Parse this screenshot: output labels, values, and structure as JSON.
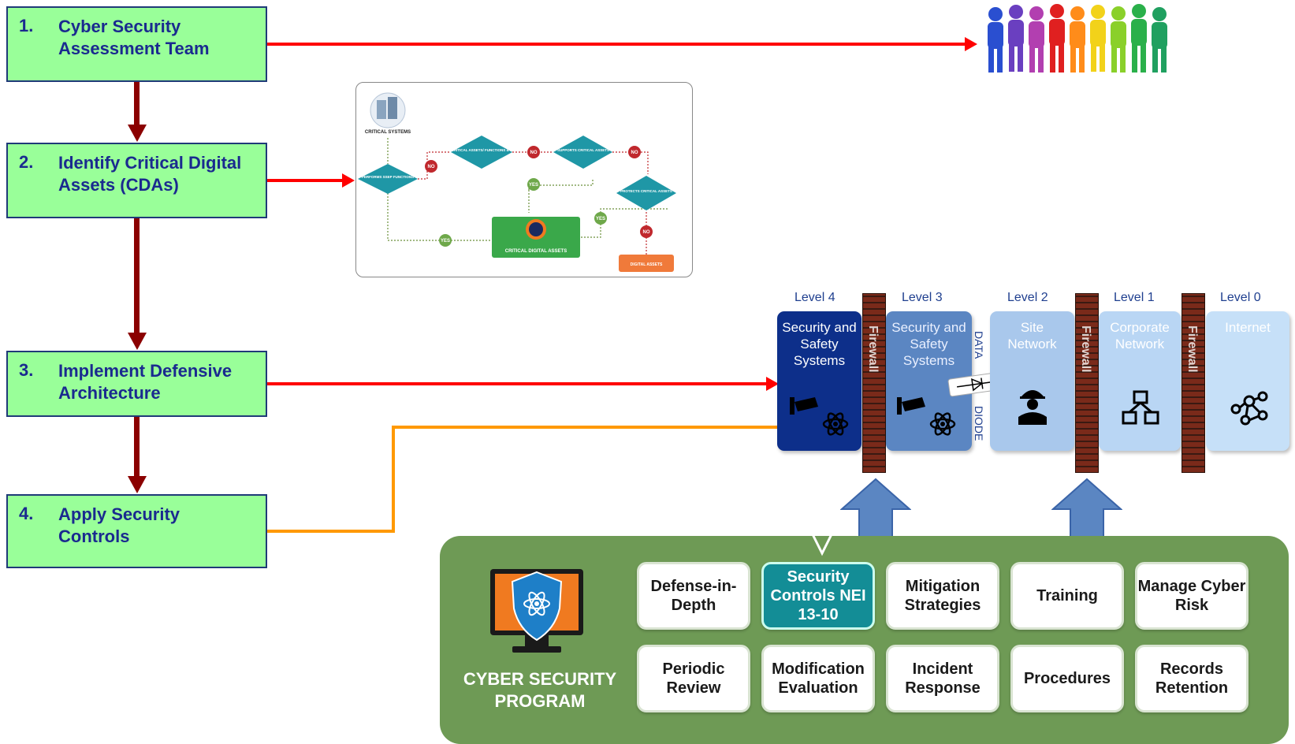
{
  "steps": [
    {
      "num": "1.",
      "text": "Cyber Security Assessment Team"
    },
    {
      "num": "2.",
      "text": "Identify Critical Digital Assets (CDAs)"
    },
    {
      "num": "3.",
      "text": "Implement  Defensive Architecture"
    },
    {
      "num": "4.",
      "text": "Apply Security Controls"
    }
  ],
  "flowchart": {
    "critical_systems": "CRITICAL SYSTEMS",
    "performs": "PERFORMS SSEP FUNCTIONS",
    "affects": "AFFECTS CRITICAL ASSETS/ FUNCTIONS & PATHWAYS",
    "supports": "SUPPORTS CRITICAL ASSETS",
    "protects": "PROTECTS CRITICAL ASSETS",
    "cda": "CRITICAL DIGITAL ASSETS",
    "digital_assets": "DIGITAL ASSETS",
    "no": "NO",
    "yes": "YES"
  },
  "levels": {
    "labels": [
      "Level 4",
      "Level 3",
      "Level 2",
      "Level 1",
      "Level 0"
    ],
    "zones": [
      "Security and Safety Systems",
      "Security and Safety Systems",
      "Site Network",
      "Corporate Network",
      "Internet"
    ],
    "firewall": "Firewall",
    "data": "DATA",
    "diode": "DIODE"
  },
  "program": {
    "title": "CYBER SECURITY PROGRAM",
    "row1": [
      "Defense-in-Depth",
      "Security Controls NEI 13-10",
      "Mitigation Strategies",
      "Training",
      "Manage Cyber Risk"
    ],
    "row2": [
      "Periodic Review",
      "Modification Evaluation",
      "Incident Response",
      "Procedures",
      "Records Retention"
    ]
  },
  "colors": {
    "step_fill": "#99ff99",
    "step_text": "#1a2a8f",
    "red_arrow": "#ff0000",
    "dark_red_arrow": "#8b0000",
    "orange_arrow": "#ff9900",
    "program_green": "#6e9a55",
    "highlight_teal": "#138d96",
    "level4_navy": "#0d2f8a"
  }
}
